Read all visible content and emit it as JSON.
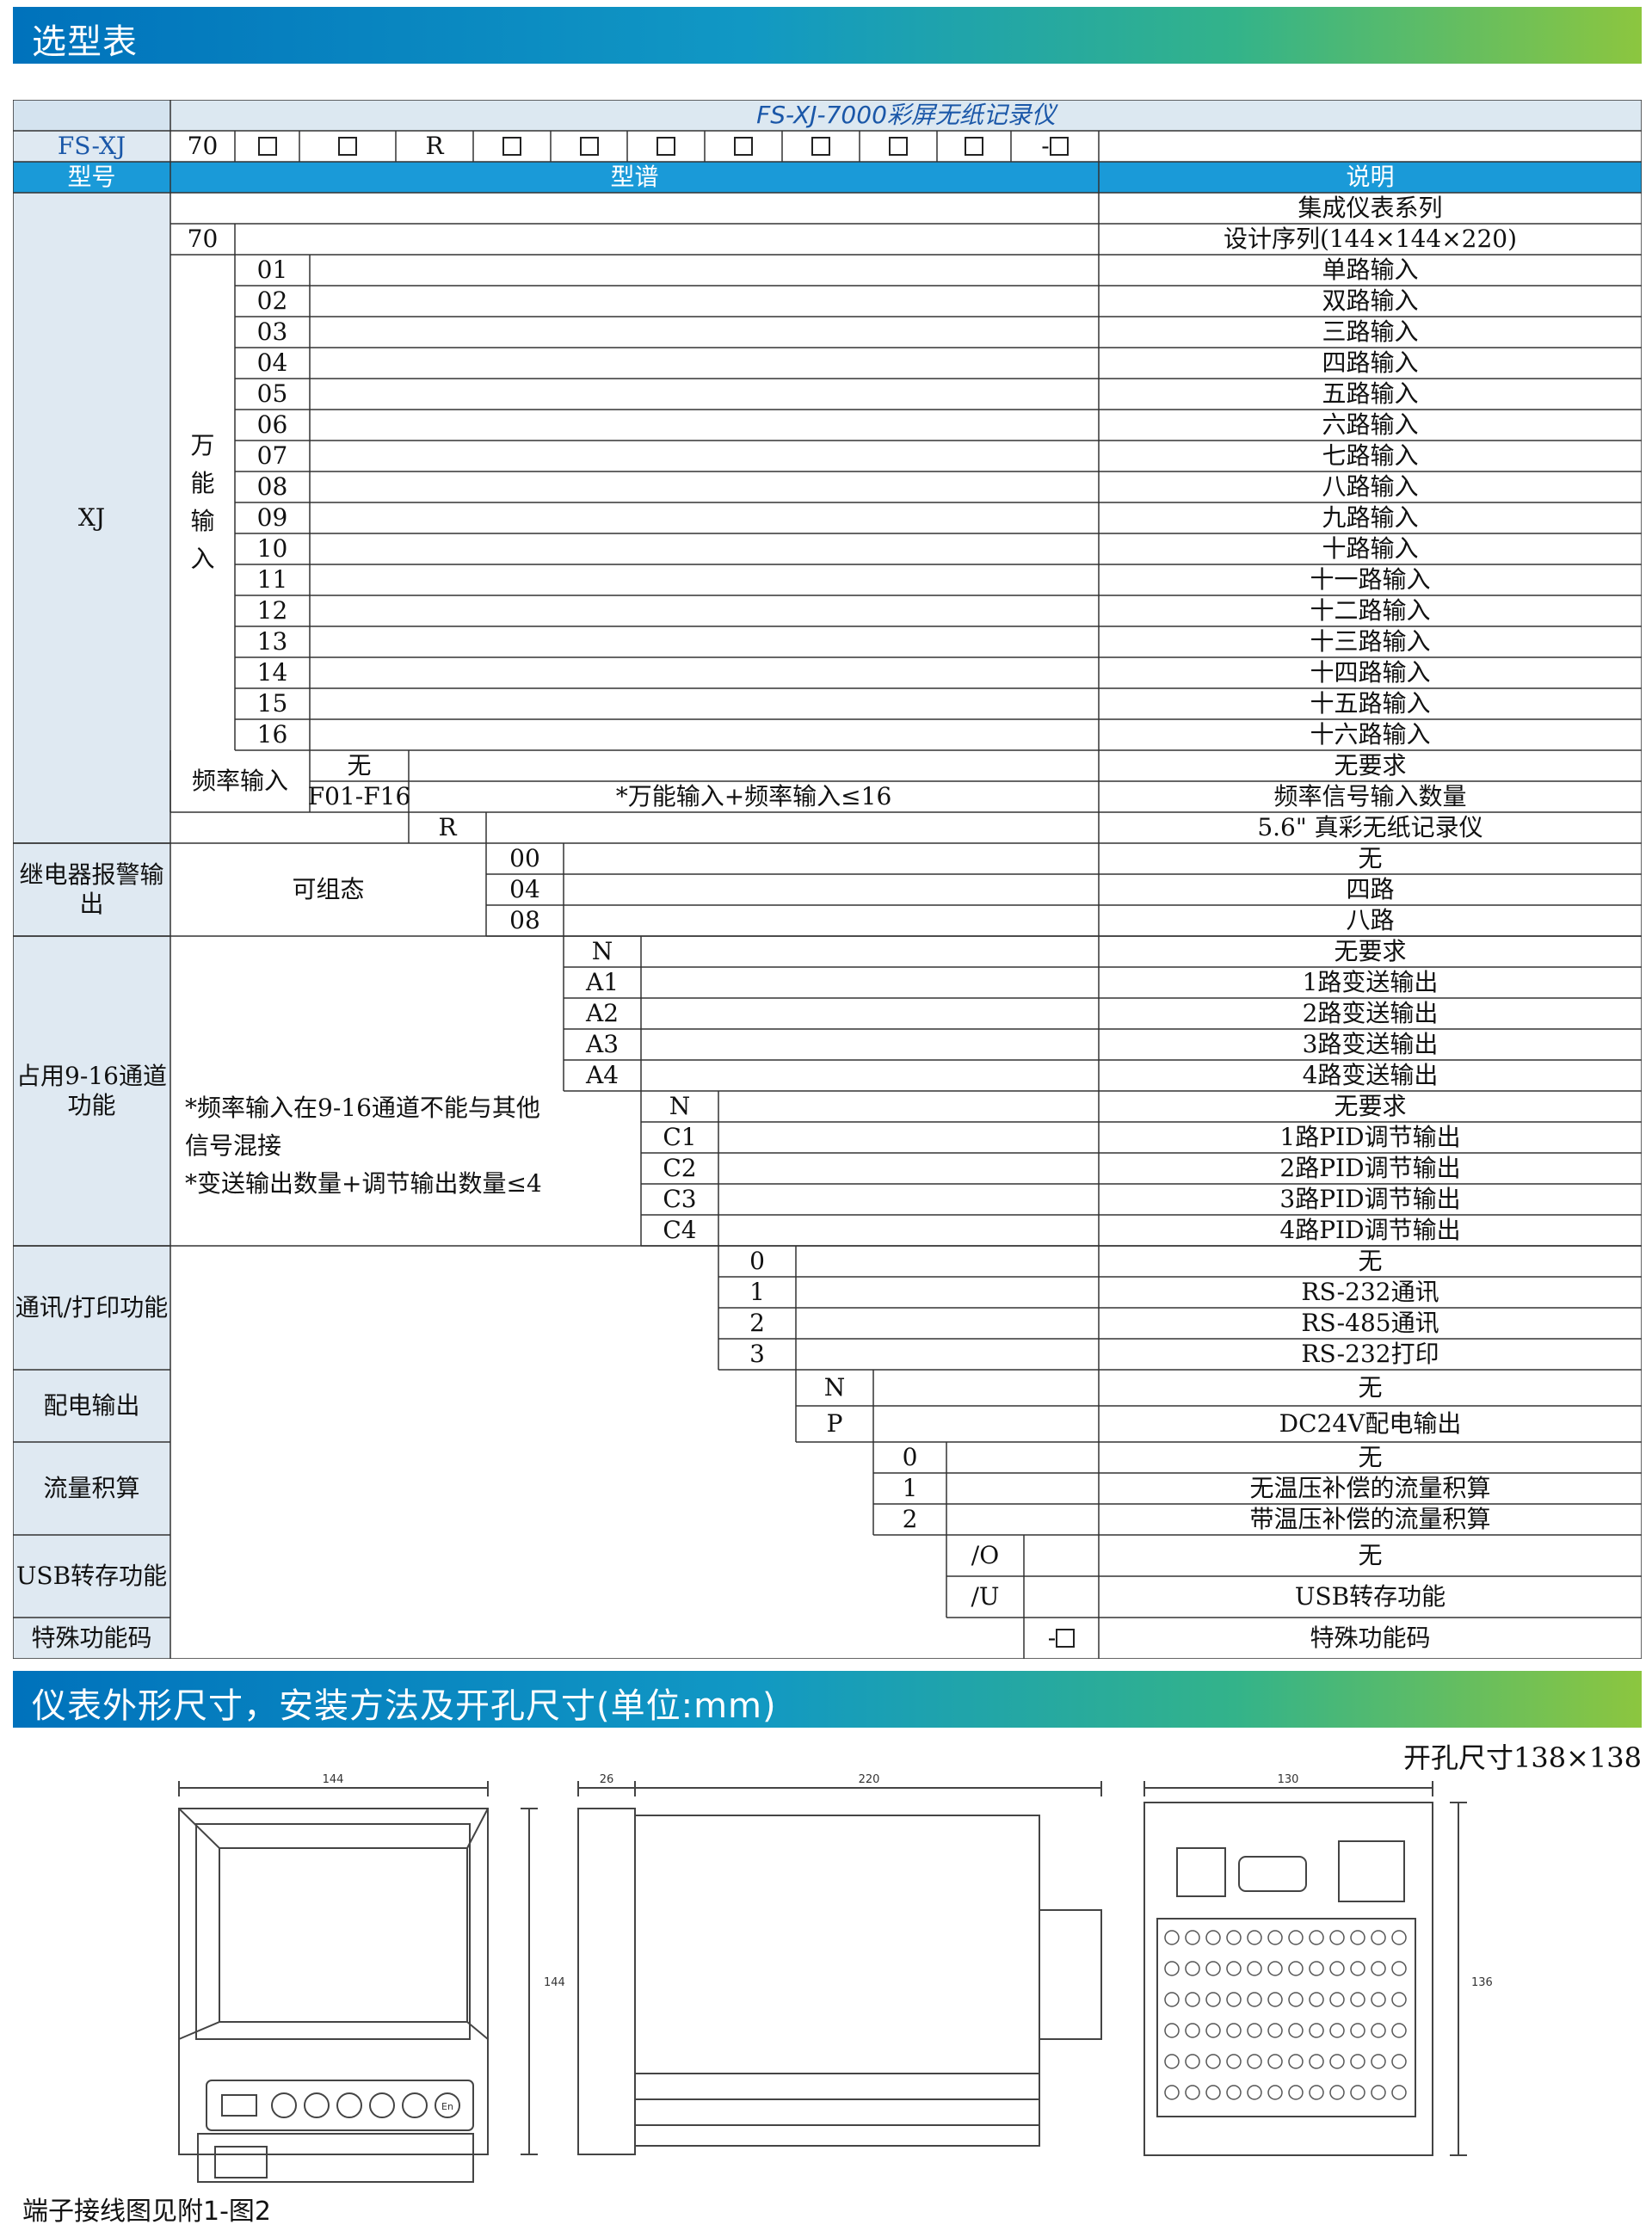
{
  "sections": {
    "selection": "选型表",
    "dimensions": "仪表外形尺寸，安装方法及开孔尺寸(单位:mm)"
  },
  "table": {
    "product_title": "FS-XJ-7000彩屏无纸记录仪",
    "model_prefix": "FS-XJ",
    "model_code_70": "70",
    "model_code_r": "R",
    "model_code_suffix": "-",
    "headers": {
      "model": "型号",
      "spectrum": "型谱",
      "desc": "说明"
    },
    "groups": {
      "xj": "XJ",
      "universal_input": "万能输入",
      "freq_input": "频率输入",
      "relay": "继电器报警输出",
      "ch916": "占用9-16通道功能",
      "comm": "通讯/打印功能",
      "power": "配电输出",
      "flow": "流量积算",
      "usb": "USB转存功能",
      "special": "特殊功能码"
    },
    "series": {
      "desc": "集成仪表系列"
    },
    "seq": {
      "code": "70",
      "desc": "设计序列(144×144×220)"
    },
    "inputs": [
      {
        "code": "01",
        "desc": "单路输入"
      },
      {
        "code": "02",
        "desc": "双路输入"
      },
      {
        "code": "03",
        "desc": "三路输入"
      },
      {
        "code": "04",
        "desc": "四路输入"
      },
      {
        "code": "05",
        "desc": "五路输入"
      },
      {
        "code": "06",
        "desc": "六路输入"
      },
      {
        "code": "07",
        "desc": "七路输入"
      },
      {
        "code": "08",
        "desc": "八路输入"
      },
      {
        "code": "09",
        "desc": "九路输入"
      },
      {
        "code": "10",
        "desc": "十路输入"
      },
      {
        "code": "11",
        "desc": "十一路输入"
      },
      {
        "code": "12",
        "desc": "十二路输入"
      },
      {
        "code": "13",
        "desc": "十三路输入"
      },
      {
        "code": "14",
        "desc": "十四路输入"
      },
      {
        "code": "15",
        "desc": "十五路输入"
      },
      {
        "code": "16",
        "desc": "十六路输入"
      }
    ],
    "freq": {
      "none_code": "无",
      "none_desc": "无要求",
      "range_code": "F01-F16",
      "range_desc": "频率信号输入数量",
      "note": "*万能输入+频率输入≤16"
    },
    "display": {
      "code": "R",
      "desc": "5.6\" 真彩无纸记录仪"
    },
    "relay": {
      "note": "可组态",
      "options": [
        {
          "code": "00",
          "desc": "无"
        },
        {
          "code": "04",
          "desc": "四路"
        },
        {
          "code": "08",
          "desc": "八路"
        }
      ]
    },
    "ch916_notes": [
      "*频率输入在9-16通道不能与其他信号混接",
      "*变送输出数量+调节输出数量≤4"
    ],
    "transmit": [
      {
        "code": "N",
        "desc": "无要求"
      },
      {
        "code": "A1",
        "desc": "1路变送输出"
      },
      {
        "code": "A2",
        "desc": "2路变送输出"
      },
      {
        "code": "A3",
        "desc": "3路变送输出"
      },
      {
        "code": "A4",
        "desc": "4路变送输出"
      }
    ],
    "pid": [
      {
        "code": "N",
        "desc": "无要求"
      },
      {
        "code": "C1",
        "desc": "1路PID调节输出"
      },
      {
        "code": "C2",
        "desc": "2路PID调节输出"
      },
      {
        "code": "C3",
        "desc": "3路PID调节输出"
      },
      {
        "code": "C4",
        "desc": "4路PID调节输出"
      }
    ],
    "comm": [
      {
        "code": "0",
        "desc": "无"
      },
      {
        "code": "1",
        "desc": "RS-232通讯"
      },
      {
        "code": "2",
        "desc": "RS-485通讯"
      },
      {
        "code": "3",
        "desc": "RS-232打印"
      }
    ],
    "power": [
      {
        "code": "N",
        "desc": "无"
      },
      {
        "code": "P",
        "desc": "DC24V配电输出"
      }
    ],
    "flow": [
      {
        "code": "0",
        "desc": "无"
      },
      {
        "code": "1",
        "desc": "无温压补偿的流量积算"
      },
      {
        "code": "2",
        "desc": "带温压补偿的流量积算"
      }
    ],
    "usb": [
      {
        "code": "/O",
        "desc": "无"
      },
      {
        "code": "/U",
        "desc": "USB转存功能"
      }
    ],
    "special": {
      "code": "-",
      "desc": "特殊功能码"
    }
  },
  "drawings": {
    "cut_size": "开孔尺寸138×138",
    "front_width": "144",
    "front_height": "144",
    "side_depth_a": "26",
    "side_depth_b": "220",
    "rear_width": "130",
    "rear_height": "136",
    "button_en": "En"
  },
  "footnote": "端子接线图见附1-图2"
}
